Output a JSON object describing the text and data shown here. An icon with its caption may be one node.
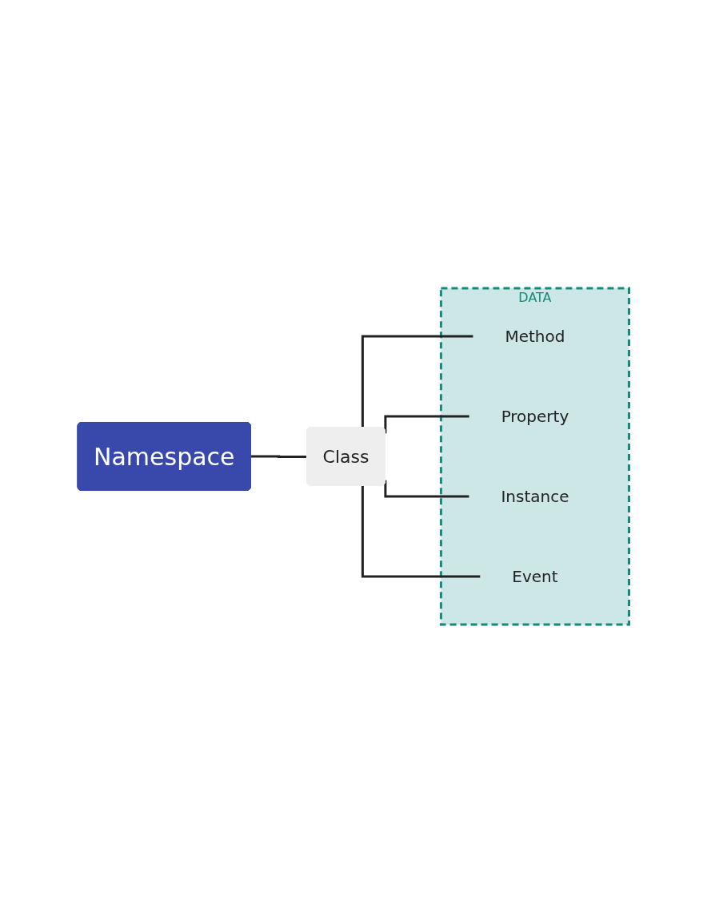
{
  "diagram": {
    "nodes": [
      {
        "text": [
          "Namespace"
        ]
      },
      {
        "text": [
          "Class"
        ]
      },
      {
        "text": [
          "DATA"
        ]
      },
      {
        "text": [
          "Method"
        ],
        "in": 2
      },
      {
        "text": [
          "Property"
        ],
        "in": 2
      },
      {
        "text": [
          "Instance"
        ],
        "in": 2
      },
      {
        "text": [
          "Event"
        ],
        "in": 2
      }
    ],
    "edges": [
      {
        "from": 0,
        "to": 1,
        "arrow": "none"
      },
      {
        "from": 1,
        "to": 3,
        "arrow": "none"
      },
      {
        "from": 1,
        "to": 4,
        "arrow": "none"
      },
      {
        "from": 1,
        "to": 5,
        "arrow": "none"
      },
      {
        "from": 1,
        "to": 6,
        "arrow": "none"
      }
    ]
  }
}
